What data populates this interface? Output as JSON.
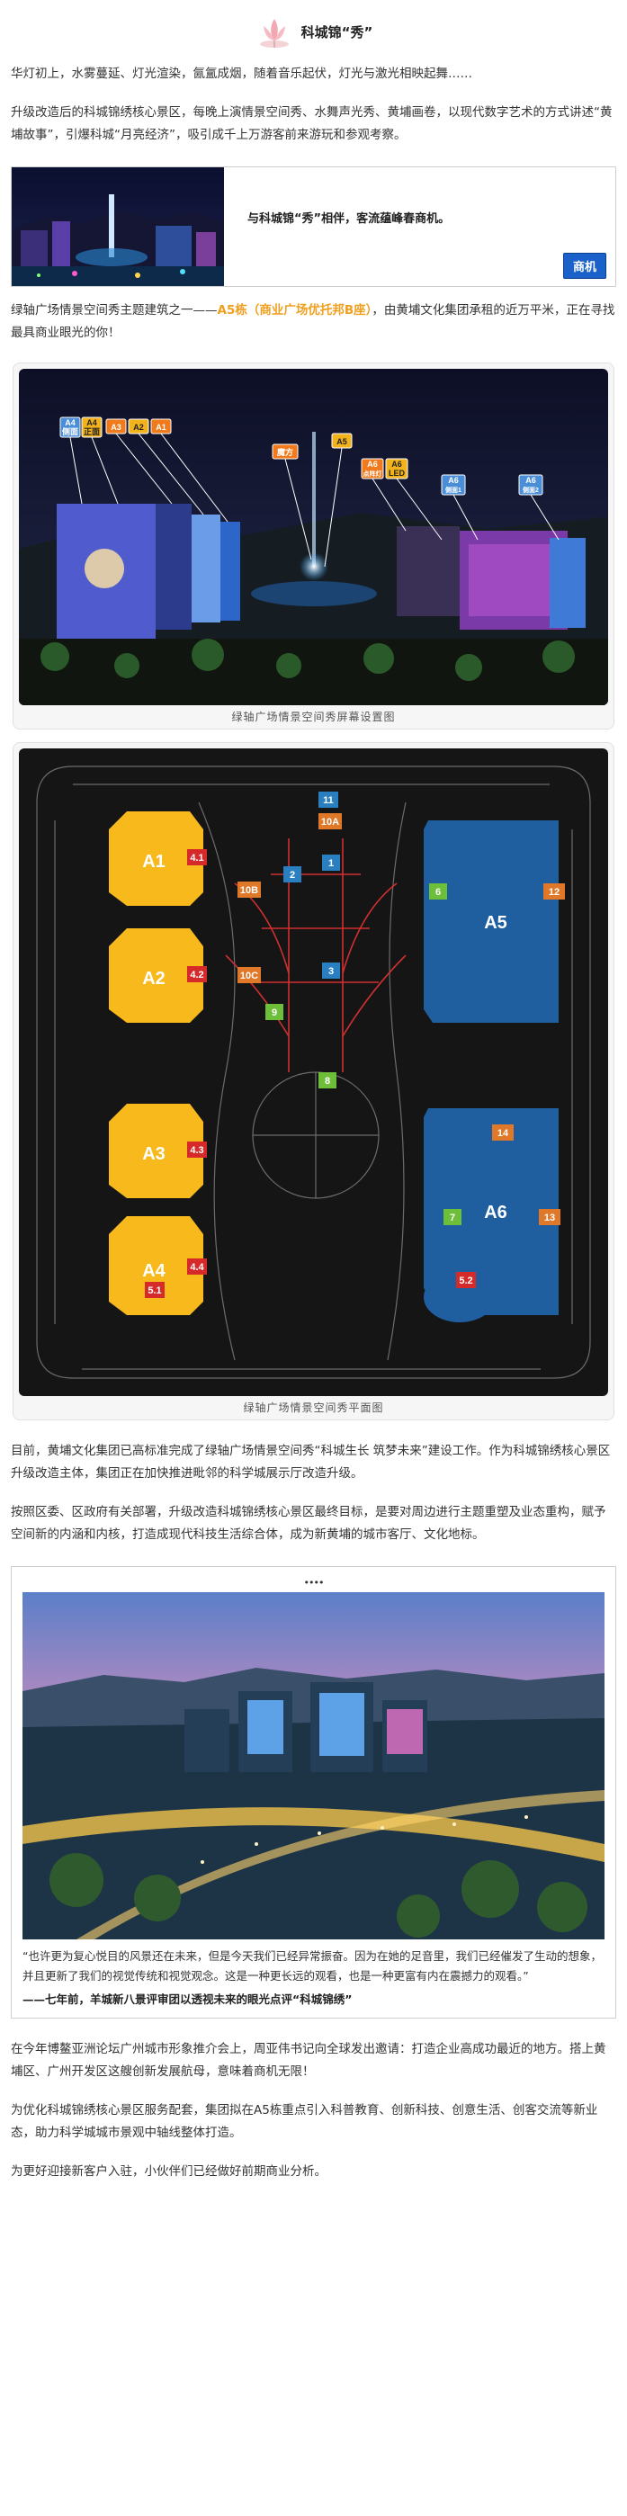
{
  "header": {
    "title": "科城锦“秀”"
  },
  "paragraphs": {
    "p1": "华灯初上，水雾蔓延、灯光渲染，氤氲成烟，随着音乐起伏，灯光与激光相映起舞……",
    "p2": "升级改造后的科城锦绣核心景区，每晚上演情景空间秀、水舞声光秀、黄埔画卷，以现代数字艺术的方式讲述“黄埔故事”，引爆科城“月亮经济”，吸引成千上万游客前来游玩和参观考察。",
    "p3_a": "绿轴广场情景空间秀主题建筑之一——",
    "p3_b": "A5栋（商业广场优托邦B座）",
    "p3_c": "，由黄埔文化集团承租的近万平米，正在寻找最具商业眼光的你！",
    "p4": "目前，黄埔文化集团已高标准完成了绿轴广场情景空间秀“科城生长 筑梦未来”建设工作。作为科城锦绣核心景区升级改造主体，集团正在加快推进毗邻的科学城展示厅改造升级。",
    "p5": "按照区委、区政府有关部署，升级改造科城锦绣核心景区最终目标，是要对周边进行主题重塑及业态重构，赋予空间新的内涵和内核，打造成现代科技生活综合体，成为新黄埔的城市客厅、文化地标。",
    "p6": "在今年博鳌亚洲论坛广州城市形象推介会上，周亚伟书记向全球发出邀请：打造企业高成功最近的地方。搭上黄埔区、广州开发区这艘创新发展航母，意味着商机无限！",
    "p7": "为优化科城锦绣核心景区服务配套，集团拟在A5栋重点引入科普教育、创新科技、创意生活、创客交流等新业态，助力科学城城市景观中轴线整体打造。",
    "p8": "为更好迎接新客户入驻，小伙伴们已经做好前期商业分析。"
  },
  "ad": {
    "message": "与科城锦“秀”相伴，客流蕴峰春商机。",
    "button": "商机"
  },
  "render": {
    "caption": "绿轴广场情景空间秀屏幕设置图",
    "labels": [
      "A4\n侧面",
      "A4\n正面",
      "A3",
      "A2",
      "A1",
      "魔方",
      "A5",
      "A6\n点阵灯",
      "A6\nLED",
      "A6\n侧面1",
      "A6\n侧面2"
    ]
  },
  "plan": {
    "caption": "绿轴广场情景空间秀平面图",
    "buildings": [
      "A1",
      "A2",
      "A3",
      "A4",
      "A5",
      "A6"
    ],
    "tags": [
      "4.1",
      "4.2",
      "4.3",
      "4.4",
      "5.1",
      "5.2",
      "11",
      "10A",
      "10B",
      "10C",
      "1",
      "2",
      "3",
      "6",
      "12",
      "9",
      "8",
      "14",
      "7",
      "13"
    ]
  },
  "photo": {
    "dots": "••••",
    "quote": "“也许更为复心悦目的风景还在未来，但是今天我们已经异常振奋。因为在她的足音里，我们已经催发了生动的想象，并且更新了我们的视觉传统和视觉观念。这是一种更长远的观看，也是一种更富有内在震撼力的观看。”",
    "author": "——七年前，羊城新八景评审团以透视未来的眼光点评“科城锦绣”"
  },
  "colors": {
    "accent": "#f0a020",
    "button": "#1a62c9",
    "plan_yellow": "#f7b91c",
    "plan_blue": "#1f5fa0"
  }
}
